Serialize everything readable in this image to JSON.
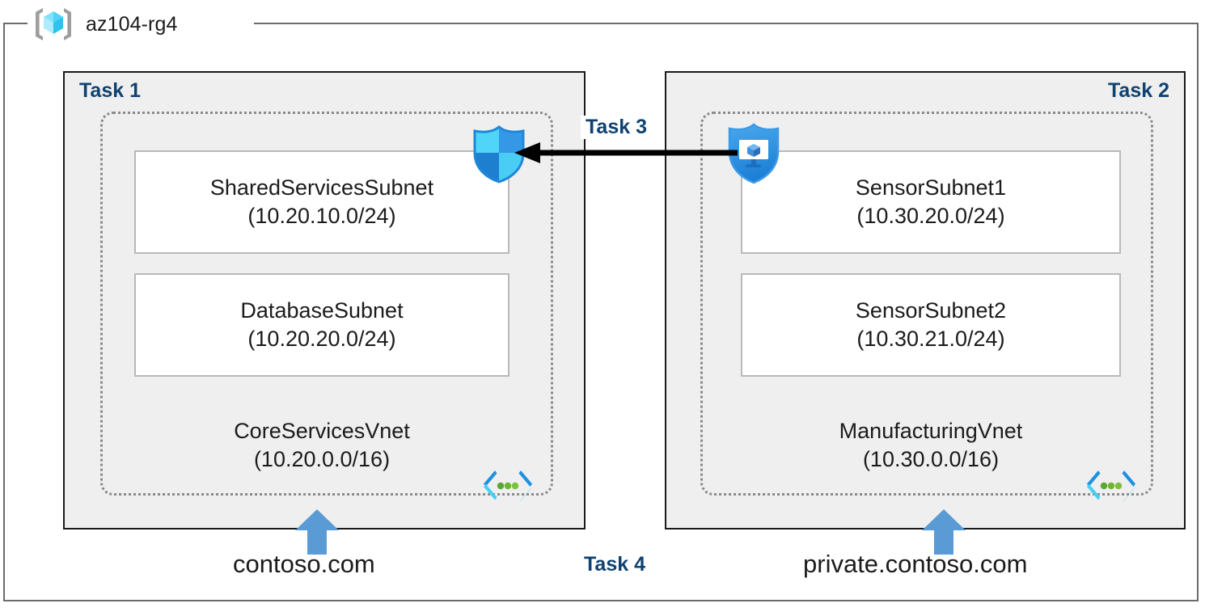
{
  "resource_group": {
    "name": "az104-rg4",
    "icon": "azure-resource-group-icon"
  },
  "tasks": {
    "task1_label": "Task 1",
    "task2_label": "Task 2",
    "task3_label": "Task 3",
    "task4_label": "Task 4"
  },
  "vnets": [
    {
      "id": "core",
      "name": "CoreServicesVnet",
      "cidr": "(10.20.0.0/16)",
      "glyph": "virtual-network-icon",
      "subnets": [
        {
          "name": "SharedServicesSubnet",
          "cidr": "(10.20.10.0/24)"
        },
        {
          "name": "DatabaseSubnet",
          "cidr": "(10.20.20.0/24)"
        }
      ]
    },
    {
      "id": "manufacturing",
      "name": "ManufacturingVnet",
      "cidr": "(10.30.0.0/16)",
      "glyph": "virtual-network-icon",
      "subnets": [
        {
          "name": "SensorSubnet1",
          "cidr": "(10.30.20.0/24)"
        },
        {
          "name": "SensorSubnet2",
          "cidr": "(10.30.21.0/24)"
        }
      ]
    }
  ],
  "service_icons": [
    {
      "id": "nsg",
      "name": "network-security-group-shield-icon"
    },
    {
      "id": "protected-vm",
      "name": "protected-virtual-machine-shield-icon"
    }
  ],
  "dns_zones": [
    {
      "id": "public",
      "name": "contoso.com"
    },
    {
      "id": "private",
      "name": "private.contoso.com"
    }
  ],
  "connection": {
    "type": "vnet-peering-arrow",
    "direction": "right-to-left"
  },
  "colors": {
    "task_label": "#0f4270",
    "panel_fill": "#efefef",
    "panel_border": "#1a1a1a",
    "frame_border": "#6b6b6b",
    "vnet_border": "#8a8a8a",
    "subnet_border": "#b9b9b9",
    "arrow": "#000000",
    "dns_arrow": "#5b9bd5",
    "icon_blue": "#1e90e0",
    "icon_cyan": "#44d0f5",
    "icon_green": "#5aa832",
    "text": "#1b1b1b"
  }
}
